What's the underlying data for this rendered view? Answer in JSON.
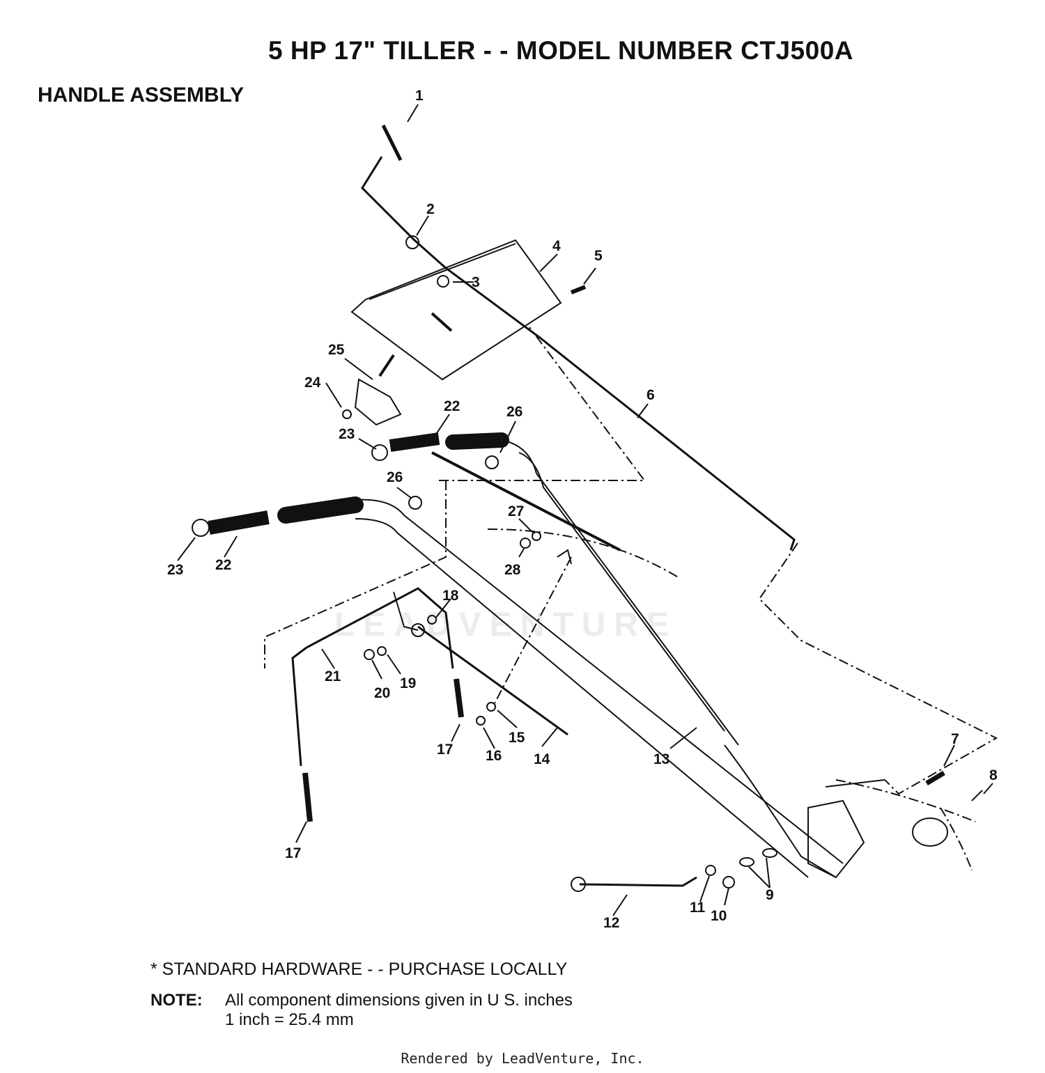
{
  "title": "5 HP 17\" TILLER - - MODEL NUMBER CTJ500A",
  "subtitle": "HANDLE ASSEMBLY",
  "watermark": "LEADVENTURE",
  "callouts": {
    "c1": "1",
    "c2": "2",
    "c3": "3",
    "c4": "4",
    "c5": "5",
    "c6": "6",
    "c7": "7",
    "c8": "8",
    "c9": "9",
    "c10": "10",
    "c11": "11",
    "c12": "12",
    "c13": "13",
    "c14": "14",
    "c15": "15",
    "c16": "16",
    "c17a": "17",
    "c17b": "17",
    "c18": "18",
    "c19": "19",
    "c20": "20",
    "c21": "21",
    "c22a": "22",
    "c22b": "22",
    "c23a": "23",
    "c23b": "23",
    "c24": "24",
    "c25": "25",
    "c26a": "26",
    "c26b": "26",
    "c27": "27",
    "c28": "28"
  },
  "notes": {
    "standard_hardware": "*  STANDARD HARDWARE - - PURCHASE LOCALLY",
    "note_label": "NOTE:",
    "note_line1": "All component dimensions given in U S. inches",
    "note_line2": "1 inch = 25.4 mm"
  },
  "footer": "Rendered by LeadVenture, Inc."
}
